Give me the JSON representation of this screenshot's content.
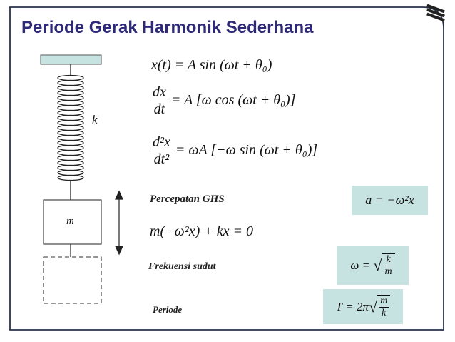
{
  "title": "Periode Gerak Harmonik Sederhana",
  "diagram": {
    "spring_label": "k",
    "mass_label": "m"
  },
  "equations": {
    "eq1": "x(t) = A sin (ωt + θ₀)",
    "eq2_num": "dx",
    "eq2_den": "dt",
    "eq2_rhs": "= A [ω cos (ωt + θ₀)]",
    "eq3_num": "d²x",
    "eq3_den": "dt²",
    "eq3_rhs": "= ωA [−ω sin (ωt + θ₀)]",
    "eq4": "m(−ω²x) + kx = 0"
  },
  "labels": {
    "percepatan": "Percepatan GHS",
    "frekuensi": "Frekuensi sudut",
    "periode": "Periode"
  },
  "boxes": {
    "accel": "a = −ω²x",
    "omega_lhs": "ω  =",
    "omega_num": "k",
    "omega_den": "m",
    "period_lhs": "T  =  2π",
    "period_num": "m",
    "period_den": "k"
  },
  "colors": {
    "title": "#2e2a78",
    "box": "#c7e3e1",
    "frame": "#27324a"
  }
}
